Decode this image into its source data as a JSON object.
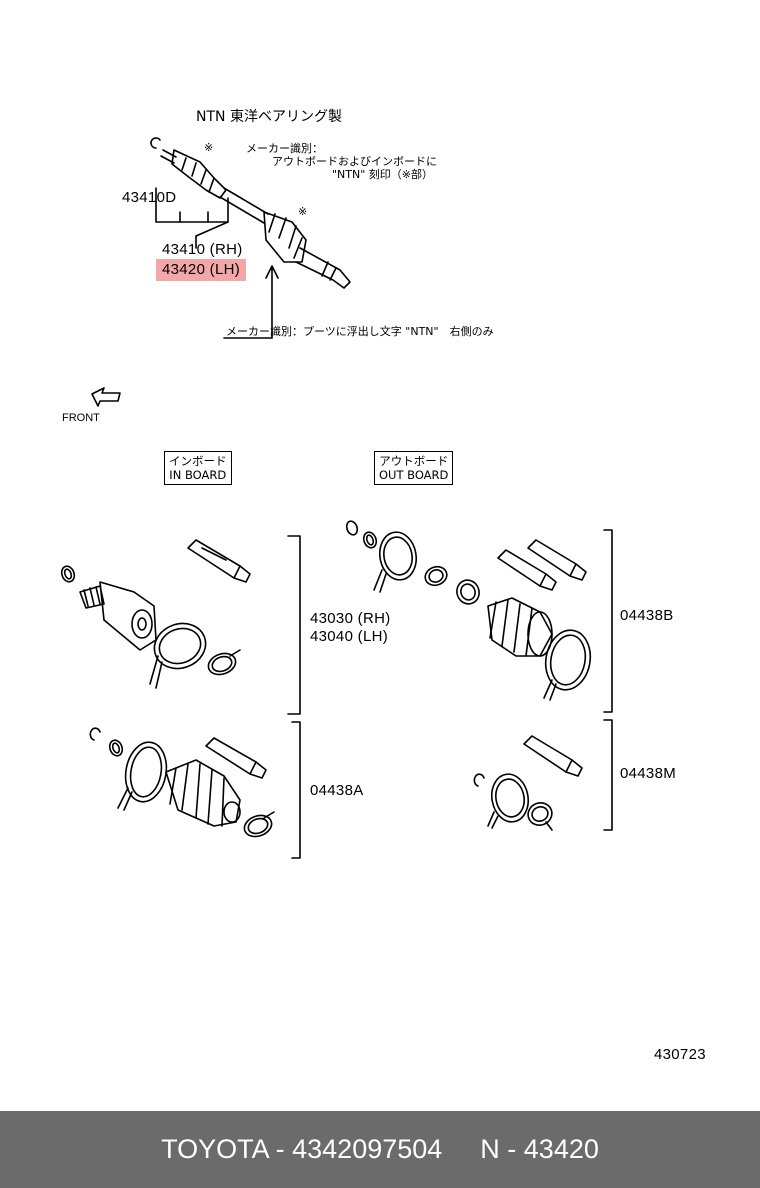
{
  "header_note": {
    "title": "NTN 東洋ベアリング製",
    "maker_note_line1": "メーカー識別：",
    "maker_note_line2": "アウトボードおよびインボードに",
    "maker_note_line3": "\"NTN\" 刻印（※部）",
    "bottom_note": "メーカー識別：プーツに浮出し文字 \"NTN\"　右側のみ",
    "asterisk": "※"
  },
  "assembly_labels": {
    "shaft_sub": "43410D",
    "rh": "43410 (RH)",
    "lh": "43420 (LH)"
  },
  "front_label": "FRONT",
  "boxes": {
    "inboard_jp": "インボード",
    "inboard_en": "IN  BOARD",
    "outboard_jp": "アウトボード",
    "outboard_en": "OUT  BOARD"
  },
  "kit_labels": {
    "inner_joint_rh": "43030 (RH)",
    "inner_joint_lh": "43040 (LH)",
    "outboard_kit": "04438B",
    "inboard_boot_kit": "04438A",
    "outboard_small_kit": "04438M"
  },
  "diagram_number": "430723",
  "footer": {
    "brand_part": "TOYOTA - 4342097504",
    "short_part": "N - 43420"
  },
  "colors": {
    "highlight": "#f4a7a7",
    "footer_bg": "#6b6b6b",
    "footer_text": "#ffffff",
    "line": "#000000"
  }
}
